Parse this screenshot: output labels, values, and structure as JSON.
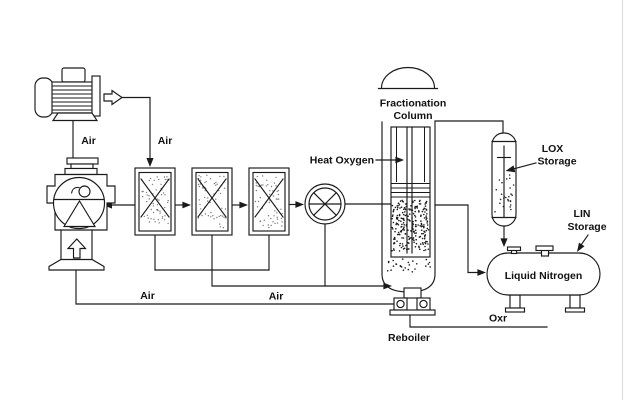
{
  "labels": {
    "air_motor": "Air",
    "air_intake": "Air",
    "air_line_left": "Air",
    "air_line_right": "Air",
    "heat_oxygen": "Heat Oxygen",
    "frac1": "Fractionation",
    "frac2": "Column",
    "lox1": "LOX",
    "lox2": "Storage",
    "lin1": "LIN",
    "lin2": "Storage",
    "liquid_nitrogen": "Liquid Nitrogen",
    "oxr": "Oxr",
    "reboiler": "Reboiler"
  },
  "components": [
    "electric-motor",
    "air-compressor",
    "air-filter-vessel-1",
    "air-filter-vessel-2",
    "air-filter-vessel-3",
    "expansion-valve",
    "fractionation-column",
    "reboiler",
    "lox-storage-vessel",
    "liquid-nitrogen-tank"
  ],
  "colors": {
    "line": "#1a1a1a",
    "background": "#ffffff",
    "border": "#d9d9d9",
    "dots": "#333333"
  }
}
